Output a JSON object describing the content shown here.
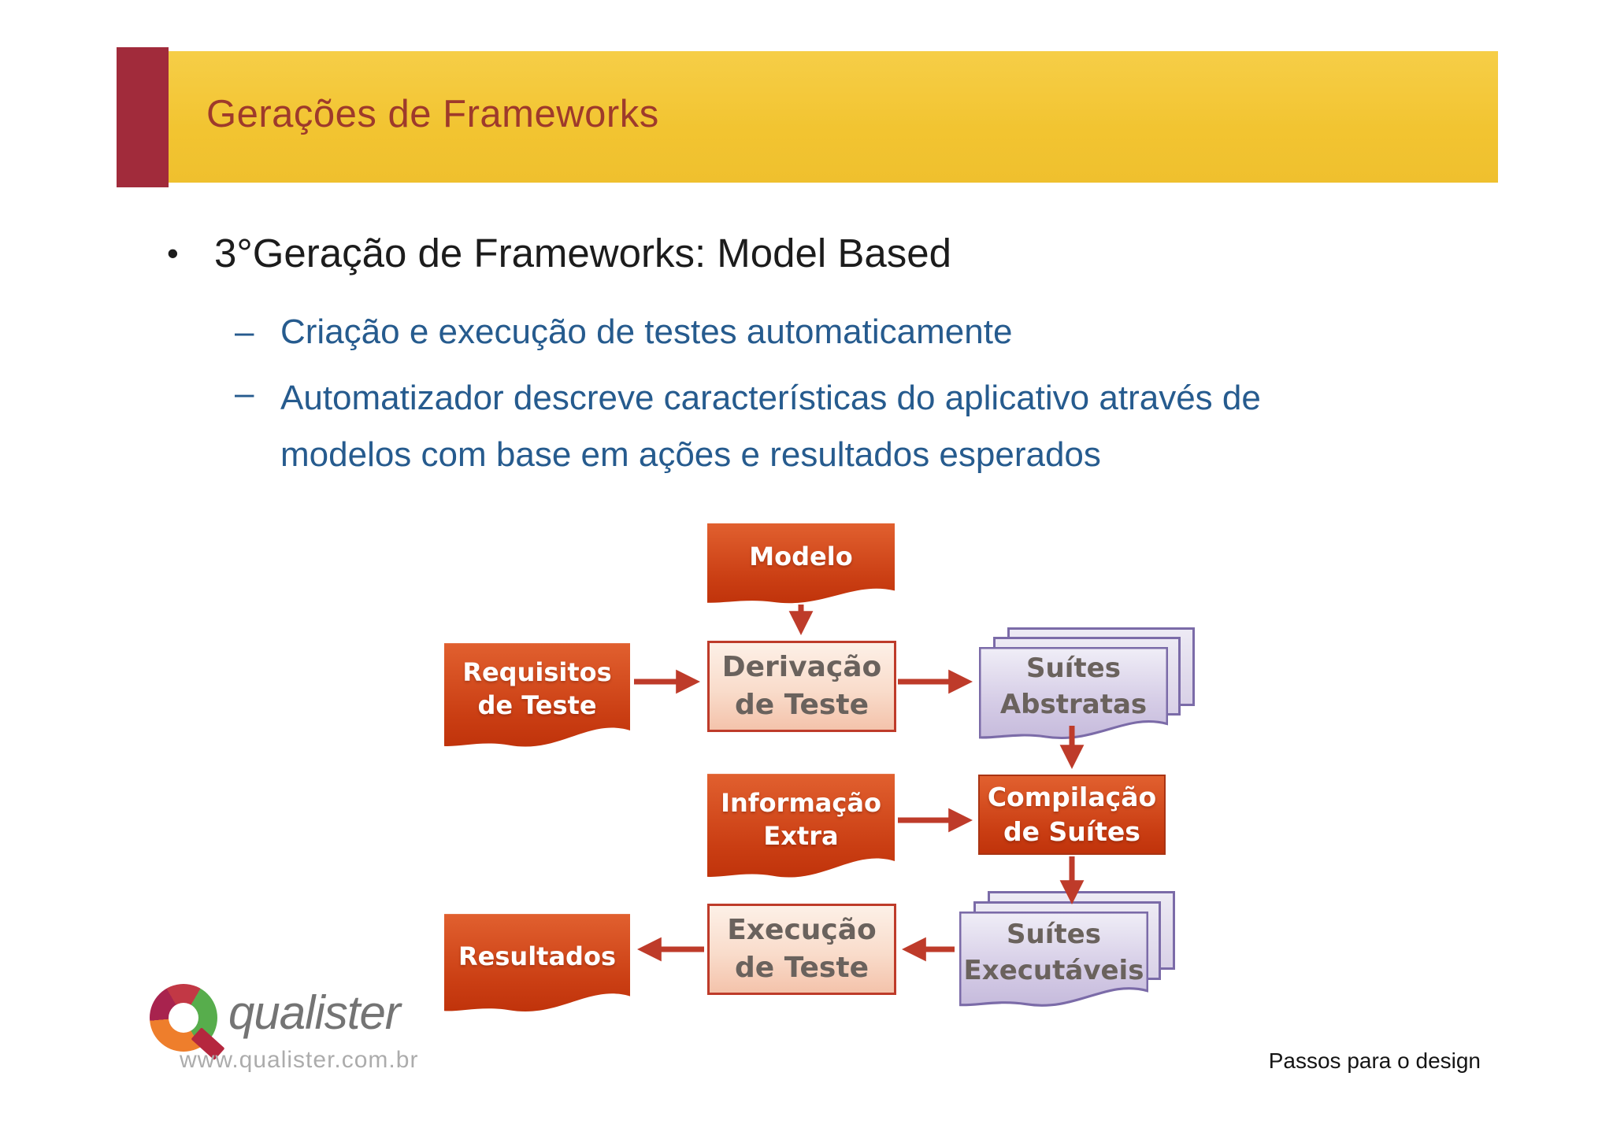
{
  "slide": {
    "title": "Gerações de Frameworks",
    "bullet_marker": "•",
    "dash_marker": "–",
    "main_bullet": "3°Geração de Frameworks: Model Based",
    "sub_bullets": [
      "Criação e execução de testes automaticamente",
      "Automatizador descreve características do aplicativo através de modelos com base em ações e resultados esperados"
    ]
  },
  "diagram": {
    "nodes": {
      "modelo": {
        "label": "Modelo",
        "shape": "document",
        "style": "orange"
      },
      "requisitos": {
        "label": "Requisitos\nde Teste",
        "shape": "document",
        "style": "orange"
      },
      "derivacao": {
        "label": "Derivação\nde Teste",
        "shape": "process",
        "style": "peach"
      },
      "suites_abstratas": {
        "label": "Suítes\nAbstratas",
        "shape": "document-stack",
        "style": "lavender"
      },
      "informacao": {
        "label": "Informação\nExtra",
        "shape": "document",
        "style": "orange"
      },
      "compilacao": {
        "label": "Compilação\nde Suítes",
        "shape": "process",
        "style": "orange"
      },
      "suites_executaveis": {
        "label": "Suítes\nExecutáveis",
        "shape": "document-stack",
        "style": "lavender"
      },
      "execucao": {
        "label": "Execução\nde Teste",
        "shape": "process",
        "style": "peach"
      },
      "resultados": {
        "label": "Resultados",
        "shape": "document",
        "style": "orange"
      }
    },
    "edges": [
      {
        "from": "modelo",
        "to": "derivacao"
      },
      {
        "from": "requisitos",
        "to": "derivacao"
      },
      {
        "from": "derivacao",
        "to": "suites_abstratas"
      },
      {
        "from": "suites_abstratas",
        "to": "compilacao"
      },
      {
        "from": "informacao",
        "to": "compilacao"
      },
      {
        "from": "compilacao",
        "to": "suites_executaveis"
      },
      {
        "from": "suites_executaveis",
        "to": "execucao"
      },
      {
        "from": "execucao",
        "to": "resultados"
      }
    ]
  },
  "footer": {
    "logo_text": "qualister",
    "logo_url": "www.qualister.com.br",
    "note": "Passos para o design"
  },
  "colors": {
    "title_bar_yellow": "#F2C431",
    "title_bar_red": "#A12B3B",
    "title_text": "#9E3A2B",
    "body_text": "#1C1C1C",
    "sub_bullet_blue": "#265B8E",
    "orange_top": "#E1602F",
    "orange_bottom": "#C0330B",
    "peach_fill": "#F9DCCB",
    "lavender_fill": "#D9D1E7",
    "lavender_border": "#7B6BA8",
    "gray_label": "#6A625D",
    "arrow": "#BE3B2A"
  }
}
